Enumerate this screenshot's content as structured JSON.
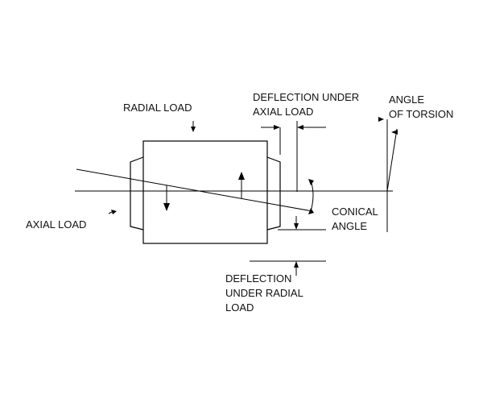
{
  "labels": {
    "radial_load": "RADIAL LOAD",
    "deflection_axial_1": "DEFLECTION UNDER",
    "deflection_axial_2": "AXIAL LOAD",
    "angle_torsion_1": "ANGLE",
    "angle_torsion_2": "OF TORSION",
    "axial_load": "AXIAL LOAD",
    "conical_angle_1": "CONICAL",
    "conical_angle_2": "ANGLE",
    "deflection_radial_1": "DEFLECTION",
    "deflection_radial_2": "UNDER RADIAL",
    "deflection_radial_3": "LOAD"
  },
  "colors": {
    "line": "#000000",
    "background": "#ffffff"
  }
}
